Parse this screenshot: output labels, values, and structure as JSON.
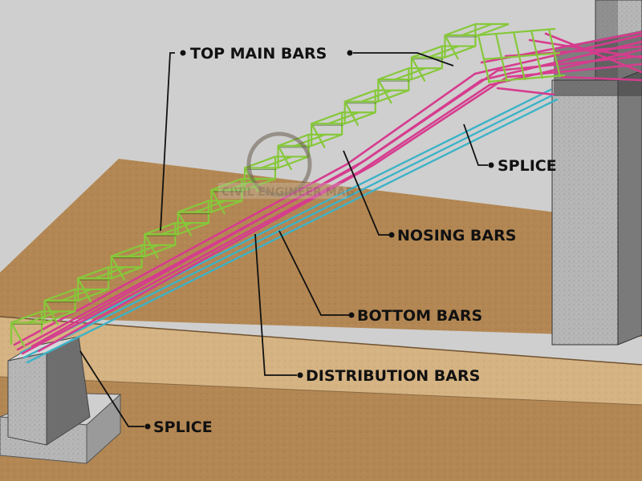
{
  "labels": {
    "top_main_bars": "TOP MAIN BARS",
    "splice_top": "SPLICE",
    "nosing_bars": "NOSING BARS",
    "bottom_bars": "BOTTOM BARS",
    "distribution_bars": "DISTRIBUTION BARS",
    "splice_bottom": "SPLICE"
  },
  "watermark": "CIVIL ENGINEER MAG",
  "colors": {
    "sky": "#cfcfcf",
    "ground_top": "#b58a55",
    "ground_band": "#d6b584",
    "ground_dark": "#9a7245",
    "concrete": "#b9b9b9",
    "wall_dark": "#4a4a4a",
    "green_bars": "#86c83a",
    "pink_bars": "#d63c8e",
    "cyan_bars": "#3cb3c7",
    "leader": "#111111"
  }
}
